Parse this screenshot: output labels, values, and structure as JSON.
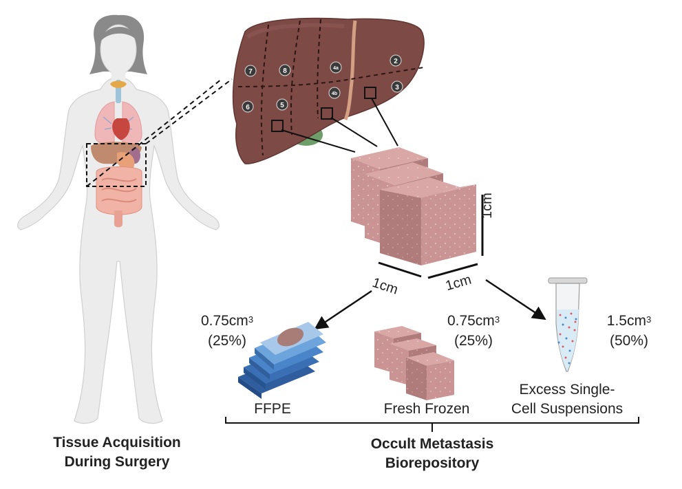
{
  "liver_segments": [
    "7",
    "8",
    "4a",
    "2",
    "4b",
    "3",
    "6",
    "5"
  ],
  "cube_dimensions": {
    "height": "1cm",
    "depth": "1cm",
    "width": "1cm"
  },
  "allocations": [
    {
      "name": "FFPE",
      "volume": "0.75cm",
      "exponent": "3",
      "percent": "(25%)"
    },
    {
      "name": "Fresh Frozen",
      "volume": "0.75cm",
      "exponent": "3",
      "percent": "(25%)"
    },
    {
      "name_line1": "Excess Single-",
      "name_line2": "Cell Suspensions",
      "volume": "1.5cm",
      "exponent": "3",
      "percent": "(50%)"
    }
  ],
  "footer": {
    "left_line1": "Tissue Acquisition",
    "left_line2": "During Surgery",
    "right_line1": "Occult Metastasis",
    "right_line2": "Biorepository"
  }
}
